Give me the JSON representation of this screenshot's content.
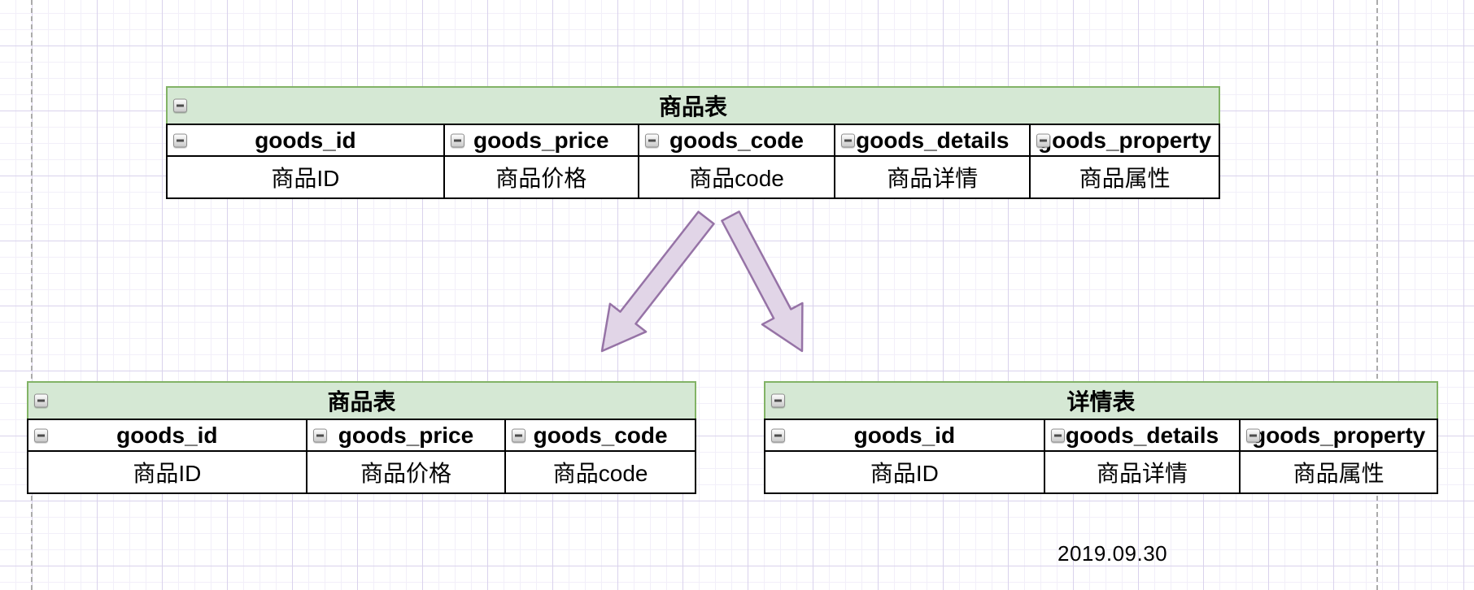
{
  "diagram": {
    "tables": [
      {
        "title": "商品表",
        "columns": [
          {
            "name": "goods_id",
            "label": "商品ID"
          },
          {
            "name": "goods_price",
            "label": "商品价格"
          },
          {
            "name": "goods_code",
            "label": "商品code"
          },
          {
            "name": "goods_details",
            "label": "商品详情"
          },
          {
            "name": "goods_property",
            "label": "商品属性"
          }
        ]
      },
      {
        "title": "商品表",
        "columns": [
          {
            "name": "goods_id",
            "label": "商品ID"
          },
          {
            "name": "goods_price",
            "label": "商品价格"
          },
          {
            "name": "goods_code",
            "label": "商品code"
          }
        ]
      },
      {
        "title": "详情表",
        "columns": [
          {
            "name": "goods_id",
            "label": "商品ID"
          },
          {
            "name": "goods_details",
            "label": "商品详情"
          },
          {
            "name": "goods_property",
            "label": "商品属性"
          }
        ]
      }
    ],
    "annotations": {
      "date": "2019.09.30"
    },
    "icons": {
      "collapse": "minus-collapse-icon",
      "arrow_left": "block-arrow-down-left",
      "arrow_right": "block-arrow-down-right"
    },
    "colors": {
      "table_title_bg": "#d5e8d4",
      "table_title_border": "#82b366",
      "arrow_fill": "#e1d5e7",
      "arrow_stroke": "#9673a6",
      "grid_minor": "#f2eff9",
      "grid_major": "#d9d2ec",
      "page_border_dash": "#ababab",
      "table_border": "#000000"
    }
  }
}
